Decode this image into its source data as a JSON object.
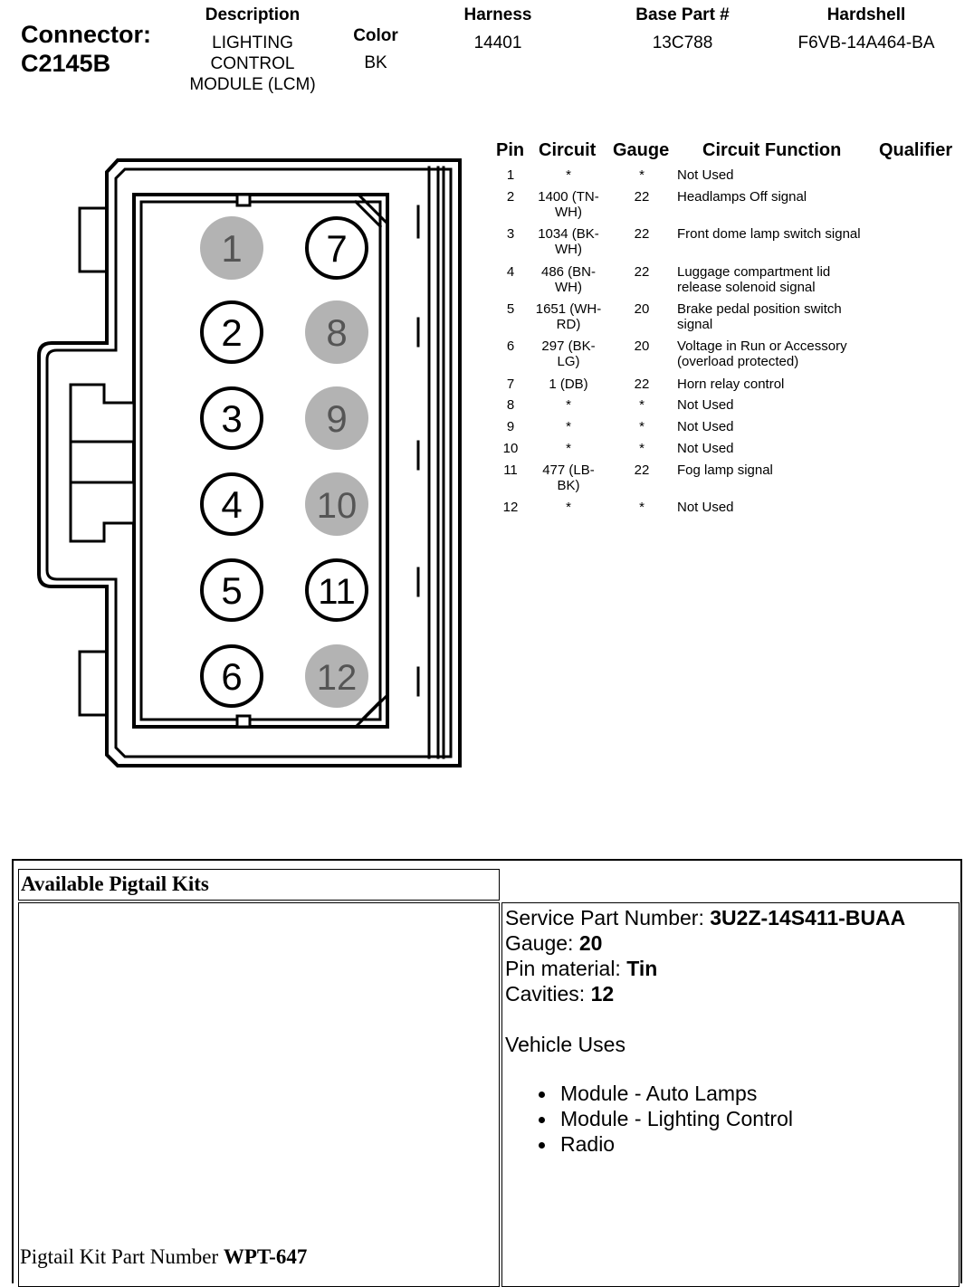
{
  "connector": {
    "label": "Connector:",
    "id": "C2145B"
  },
  "header": {
    "description": {
      "label": "Description",
      "lines": [
        "LIGHTING",
        "CONTROL",
        "MODULE (LCM)"
      ]
    },
    "color": {
      "label": "Color",
      "value": "BK"
    },
    "harness": {
      "label": "Harness",
      "value": "14401"
    },
    "base_part": {
      "label": "Base Part #",
      "value": "13C788"
    },
    "hardshell": {
      "label": "Hardshell",
      "value": "F6VB-14A464-BA"
    }
  },
  "diagram": {
    "pins": [
      {
        "num": "1",
        "used": false
      },
      {
        "num": "2",
        "used": true
      },
      {
        "num": "3",
        "used": true
      },
      {
        "num": "4",
        "used": true
      },
      {
        "num": "5",
        "used": true
      },
      {
        "num": "6",
        "used": true
      },
      {
        "num": "7",
        "used": true
      },
      {
        "num": "8",
        "used": false
      },
      {
        "num": "9",
        "used": false
      },
      {
        "num": "10",
        "used": false
      },
      {
        "num": "11",
        "used": true
      },
      {
        "num": "12",
        "used": false
      }
    ],
    "used_color": "#ffffff",
    "unused_color": "#b3b3b3"
  },
  "pin_table": {
    "headers": {
      "pin": "Pin",
      "circuit": "Circuit",
      "gauge": "Gauge",
      "function": "Circuit Function",
      "qualifier": "Qualifier"
    },
    "rows": [
      {
        "pin": "1",
        "circuit": [
          "*"
        ],
        "gauge": "*",
        "function": [
          "Not Used"
        ]
      },
      {
        "pin": "2",
        "circuit": [
          "1400 (TN-",
          "WH)"
        ],
        "gauge": "22",
        "function": [
          "Headlamps Off signal"
        ]
      },
      {
        "pin": "3",
        "circuit": [
          "1034 (BK-",
          "WH)"
        ],
        "gauge": "22",
        "function": [
          "Front dome lamp switch signal"
        ]
      },
      {
        "pin": "4",
        "circuit": [
          "486 (BN-",
          "WH)"
        ],
        "gauge": "22",
        "function": [
          "Luggage compartment lid",
          "release solenoid signal"
        ]
      },
      {
        "pin": "5",
        "circuit": [
          "1651 (WH-",
          "RD)"
        ],
        "gauge": "20",
        "function": [
          "Brake pedal position switch",
          "signal"
        ]
      },
      {
        "pin": "6",
        "circuit": [
          "297 (BK-",
          "LG)"
        ],
        "gauge": "20",
        "function": [
          "Voltage in Run or Accessory",
          "(overload protected)"
        ]
      },
      {
        "pin": "7",
        "circuit": [
          "1 (DB)"
        ],
        "gauge": "22",
        "function": [
          "Horn relay control"
        ]
      },
      {
        "pin": "8",
        "circuit": [
          "*"
        ],
        "gauge": "*",
        "function": [
          "Not Used"
        ]
      },
      {
        "pin": "9",
        "circuit": [
          "*"
        ],
        "gauge": "*",
        "function": [
          "Not Used"
        ]
      },
      {
        "pin": "10",
        "circuit": [
          "*"
        ],
        "gauge": "*",
        "function": [
          "Not Used"
        ]
      },
      {
        "pin": "11",
        "circuit": [
          "477 (LB-",
          "BK)"
        ],
        "gauge": "22",
        "function": [
          "Fog lamp signal"
        ]
      },
      {
        "pin": "12",
        "circuit": [
          "*"
        ],
        "gauge": "*",
        "function": [
          "Not Used"
        ]
      }
    ]
  },
  "pigtail": {
    "title": "Available Pigtail Kits",
    "service_part": {
      "label": "Service Part Number: ",
      "value": "3U2Z-14S411-BUAA"
    },
    "gauge": {
      "label": "Gauge: ",
      "value": "20"
    },
    "pin_material": {
      "label": "Pin material: ",
      "value": "Tin"
    },
    "cavities": {
      "label": "Cavities: ",
      "value": "12"
    },
    "vehicle_uses_label": "Vehicle Uses",
    "vehicle_uses": [
      "Module - Auto Lamps",
      "Module - Lighting Control",
      "Radio"
    ],
    "kit_part": {
      "label": "Pigtail Kit Part Number ",
      "value": "WPT-647"
    }
  }
}
